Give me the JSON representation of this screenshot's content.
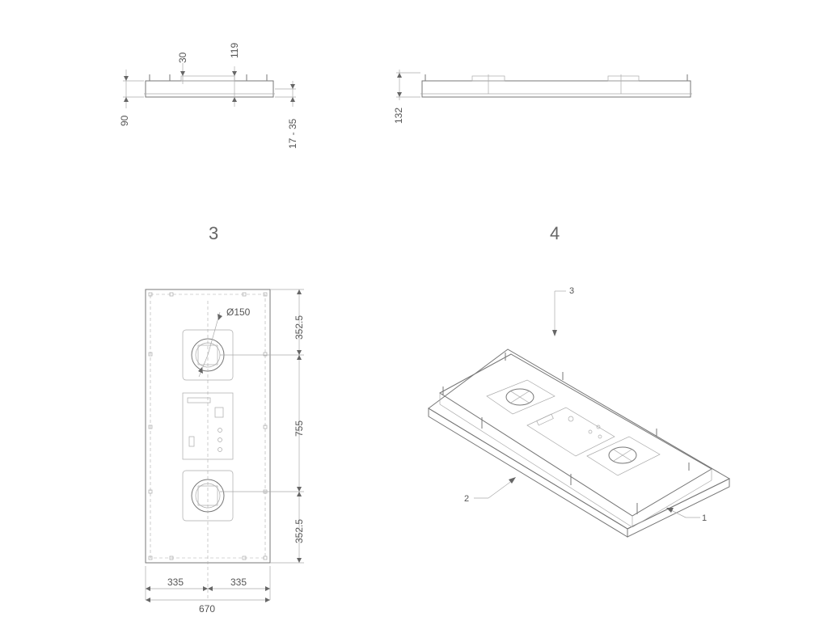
{
  "view_labels": {
    "view3": "3",
    "view4": "4"
  },
  "dims": {
    "front_30": "30",
    "front_119": "119",
    "front_90": "90",
    "front_17_35": "17 - 35",
    "side_132": "132",
    "diameter": "Ø150",
    "top_352_5": "352.5",
    "mid_755": "755",
    "bot_352_5": "352.5",
    "half_left_335": "335",
    "half_right_335": "335",
    "total_670": "670"
  },
  "callouts": {
    "c1": "1",
    "c2": "2",
    "c3": "3"
  }
}
